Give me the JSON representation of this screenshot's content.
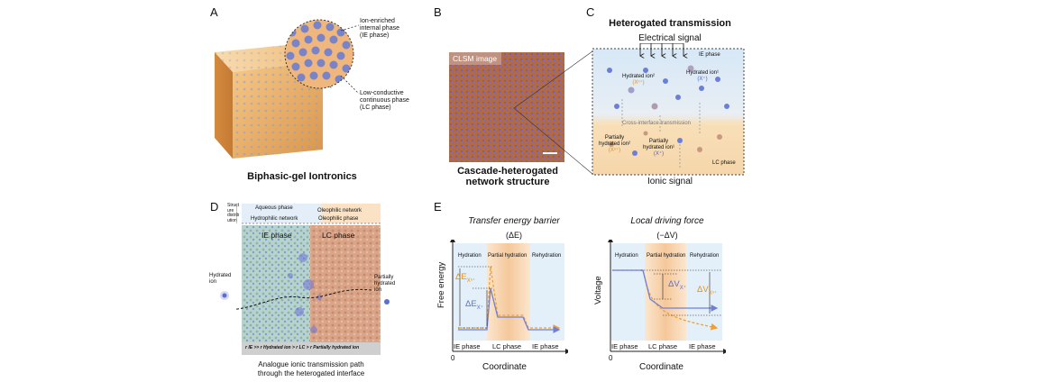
{
  "panels": {
    "a": {
      "letter": "A",
      "callout_ie": [
        "Ion-enriched",
        "internal phase",
        "(IE phase)"
      ],
      "callout_lc": [
        "Low-conductive",
        "continuous phase",
        "(LC phase)"
      ],
      "caption": "Biphasic-gel Iontronics"
    },
    "b": {
      "letter": "B",
      "image_tag": "CLSM image",
      "caption": [
        "Cascade-heterogated",
        "network structure"
      ]
    },
    "c": {
      "letter": "C",
      "title": "Heterogated transmission",
      "electrical": "Electrical signal",
      "ie_phase": "IE phase",
      "ion2_label": "Hydrated ion²",
      "ion2_sym": "(Xⁿ⁺)",
      "ion1_label": "Hydrated ion¹",
      "ion1_sym": "(X⁺)",
      "cross": "Cross-interface transmission",
      "p_ion2": [
        "Partially",
        "hydrated ion²"
      ],
      "p_ion2_sym": "(Xⁿ⁺)",
      "p_ion1": [
        "Partially",
        "hydrated ion¹"
      ],
      "p_ion1_sym": "(X⁺)",
      "lc_phase": "LC phase",
      "ionic": "Ionic signal"
    },
    "d": {
      "letter": "D",
      "axis_label": "Structure distribution",
      "aqueous": "Aqueous phase",
      "hydrophilic": "Hydrophilic network",
      "oleophilic_net": "Oleophilic network",
      "oleophilic_phase": "Oleophilic phase",
      "ie_phase": "IE phase",
      "lc_phase": "LC phase",
      "hydrated_ion": [
        "Hydrated",
        "ion"
      ],
      "partially": [
        "Partially",
        "hydrated",
        "ion"
      ],
      "formula": "r IE >> r Hydrated ion > r LC > r Partially hydrated ion",
      "caption": [
        "Analogue ionic transmission path",
        "through the heterogated interface"
      ]
    },
    "e": {
      "letter": "E",
      "left_title": "Transfer energy barrier",
      "left_sub": "(ΔE)",
      "right_title": "Local driving force",
      "right_sub": "(−ΔV)",
      "regions": [
        "Hydration",
        "Partial hydration",
        "Rehydration"
      ],
      "phases": [
        "IE phase",
        "LC phase",
        "IE phase"
      ],
      "left_ylabel": "Free energy",
      "right_ylabel": "Voltage",
      "xlabel": "Coordinate",
      "origin": "0",
      "dE_n": "ΔE",
      "dE_n_sub": "Xⁿ⁺",
      "dE_1": "ΔE",
      "dE_1_sub": "X⁺",
      "dV_1": "ΔV",
      "dV_1_sub": "X⁺",
      "dV_n": "ΔV",
      "dV_n_sub": "Xⁿ⁺"
    }
  },
  "colors": {
    "orange": "#f0a030",
    "blue": "#6f7fd8",
    "ie_bg": "#dcecf8",
    "lc_bg": "#f8d9b6"
  }
}
